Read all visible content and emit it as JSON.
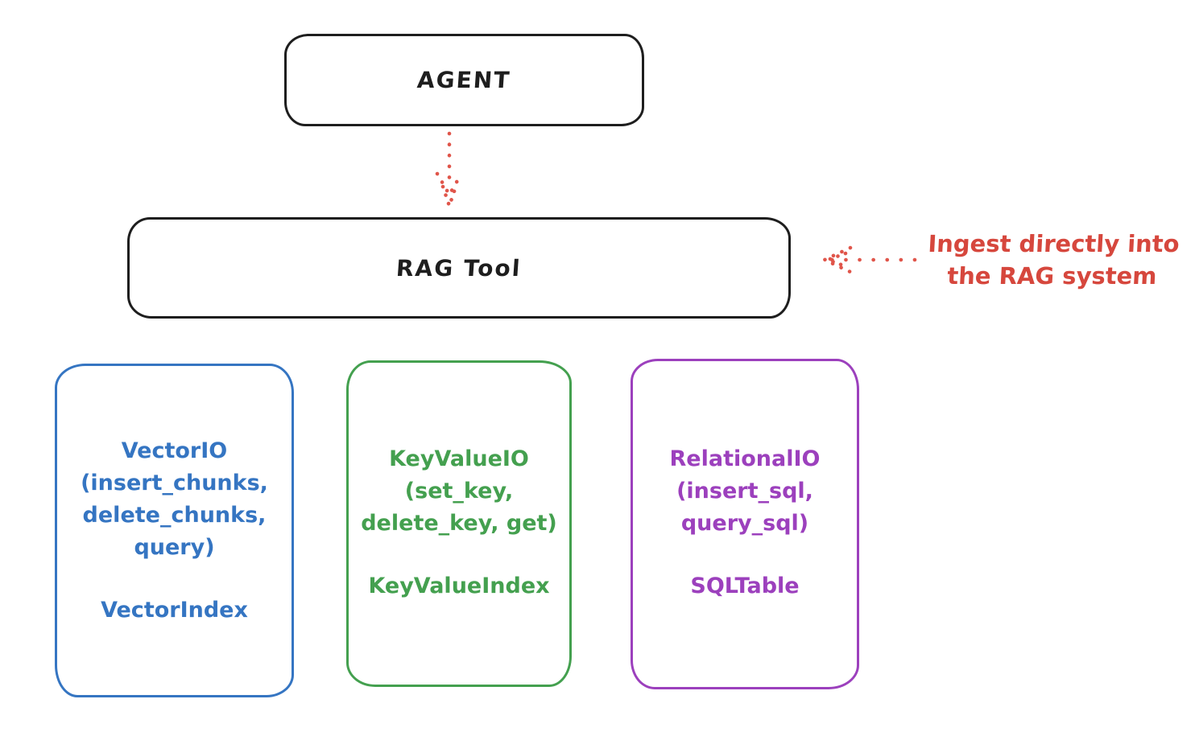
{
  "diagram": {
    "agent": {
      "label": "AGENT"
    },
    "rag_tool": {
      "label": "RAG Tool"
    },
    "annotation": {
      "line1": "Ingest directly into",
      "line2": "the RAG system",
      "color": "#d6473d"
    },
    "arrows": {
      "agent_to_rag": {
        "style": "dotted",
        "direction": "down",
        "color": "#e0554a"
      },
      "annotation_to_rag": {
        "style": "dotted",
        "direction": "left",
        "color": "#e0554a"
      }
    },
    "cards": {
      "vector": {
        "lines": [
          "VectorIO",
          "(insert_chunks,",
          "delete_chunks,",
          "query)"
        ],
        "index_label": "VectorIndex",
        "color": "#3575c2"
      },
      "keyvalue": {
        "lines": [
          "KeyValueIO",
          "(set_key,",
          "delete_key, get)"
        ],
        "index_label": "KeyValueIndex",
        "color": "#44a04f"
      },
      "relational": {
        "lines": [
          "RelationalIO",
          "(insert_sql,",
          "query_sql)"
        ],
        "index_label": "SQLTable",
        "color": "#9c40bd"
      }
    },
    "stroke_color": "#1e1e1e",
    "background_color": "#ffffff"
  }
}
